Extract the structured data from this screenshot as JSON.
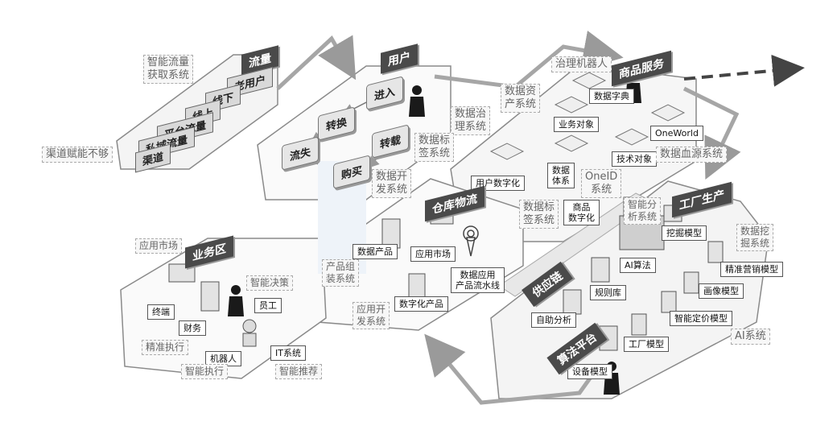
{
  "traffic": {
    "title": "流量",
    "steps": [
      "老用户",
      "线下",
      "线上",
      "平台流量",
      "私域流量",
      "渠道"
    ],
    "tag_acquire": "智能流量\n获取系统",
    "tag_channel": "渠道赋能不够"
  },
  "user": {
    "title": "用户",
    "nodes": {
      "enter": "进入",
      "convert": "转换",
      "forward": "转载",
      "churn": "流失",
      "buy": "购买"
    },
    "tag_governance": "数据治\n理系统",
    "tag_label": "数据标\n签系统",
    "tag_dev": "数据开\n发系统"
  },
  "goods": {
    "title": "商品服务",
    "tag_robot": "治理机器人",
    "tag_asset": "数据资\n产系统",
    "boxes": {
      "dict": "数据字典",
      "biz_obj": "业务对象",
      "oneworld": "OneWorld",
      "tech_obj": "技术对象",
      "user_digital": "用户数字化",
      "data_system": "数据\n体系",
      "goods_digital": "商品\n数字化"
    },
    "tag_lineage": "数据血源系统",
    "tag_oneid": "OneID\n系统",
    "tag_label2": "数据标\n签系统"
  },
  "factory": {
    "title": "工厂生产",
    "tag_smart": "智能分\n析系统",
    "tag_mining": "数据挖\n掘系统",
    "boxes": {
      "mining": "挖掘模型",
      "ai": "AI算法",
      "precision": "精准营销模型",
      "rules": "规则库",
      "portrait": "画像模型",
      "self": "自助分析",
      "pricing": "智能定价模型",
      "factory_model": "工厂模型",
      "device": "设备模型"
    },
    "tag_ai": "AI系统"
  },
  "warehouse": {
    "title": "仓库物流",
    "boxes": {
      "data_product": "数据产品",
      "market": "应用市场",
      "pipeline": "数据应用\n产品流水线",
      "digital_product": "数字化产品"
    },
    "tag_assembly": "产品组\n装系统",
    "tag_appdev": "应用开\n发系统"
  },
  "business": {
    "title": "业务区",
    "tag_market": "应用市场",
    "tag_decision": "智能决策",
    "boxes": {
      "terminal": "终端",
      "finance": "财务",
      "staff": "员工",
      "robot": "机器人",
      "it": "IT系统"
    },
    "tag_precise": "精准执行",
    "tag_exec": "智能执行",
    "tag_recommend": "智能推荐"
  },
  "supply": {
    "title": "供应链"
  },
  "algo": {
    "title": "算法平台"
  },
  "colors": {
    "arrow": "#a6a6a6",
    "title_bg": "#4a4a4a",
    "tag_border": "#aaaaaa",
    "panel_stroke": "#8a8a8a"
  }
}
